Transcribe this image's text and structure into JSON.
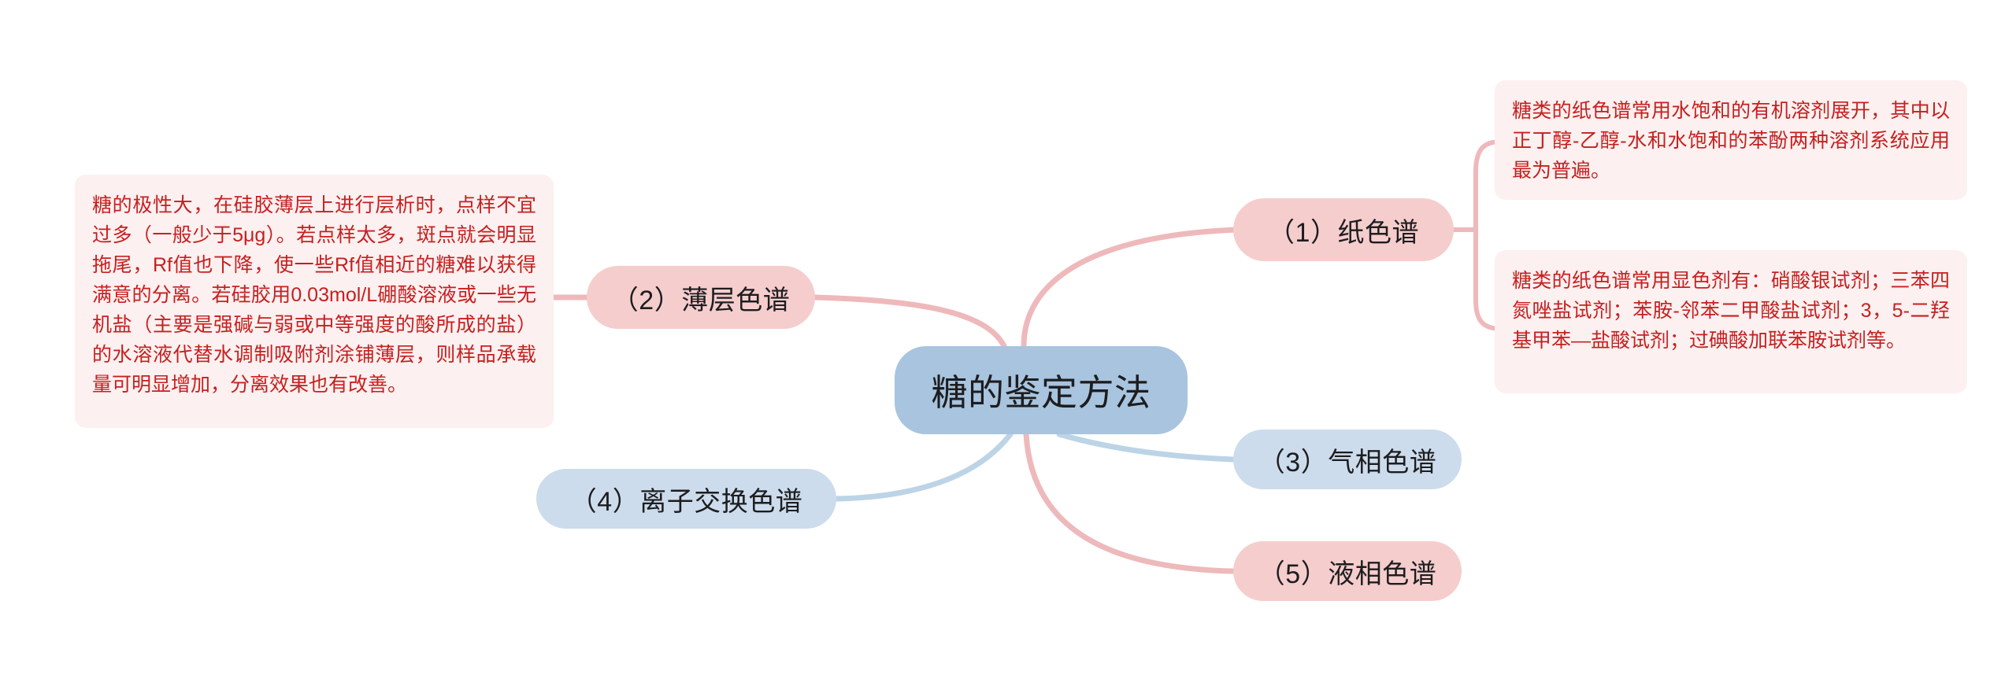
{
  "mindmap": {
    "root": {
      "label": "糖的鉴定方法",
      "color": "#a8c4de"
    },
    "branches": [
      {
        "id": "paper",
        "label": "（1）纸色谱",
        "color": "#f5cdcd"
      },
      {
        "id": "tlc",
        "label": "（2）薄层色谱",
        "color": "#f5cdcd"
      },
      {
        "id": "gc",
        "label": "（3）气相色谱",
        "color": "#ccdcec"
      },
      {
        "id": "iec",
        "label": "（4）离子交换色谱",
        "color": "#ccdcec"
      },
      {
        "id": "lc",
        "label": "（5）液相色谱",
        "color": "#f5cdcd"
      }
    ],
    "notes": [
      {
        "id": "tlc-note",
        "text": "糖的极性大，在硅胶薄层上进行层析时，点样不宜过多（一般少于5μg）。若点样太多，斑点就会明显拖尾，Rf值也下降，使一些Rf值相近的糖难以获得满意的分离。若硅胶用0.03mol/L硼酸溶液或一些无机盐（主要是强碱与弱或中等强度的酸所成的盐）的水溶液代替水调制吸附剂涂铺薄层，则样品承载量可明显增加，分离效果也有改善。",
        "color": "#c62020",
        "background": "#fcf0f0"
      },
      {
        "id": "paper-note-solvent",
        "text": "糖类的纸色谱常用水饱和的有机溶剂展开，其中以正丁醇-乙醇-水和水饱和的苯酚两种溶剂系统应用最为普遍。",
        "color": "#c62020",
        "background": "#fcf0f0"
      },
      {
        "id": "paper-note-reagent",
        "text": "糖类的纸色谱常用显色剂有：硝酸银试剂；三苯四氮唑盐试剂；苯胺-邻苯二甲酸盐试剂；3，5-二羟基甲苯—盐酸试剂；过碘酸加联苯胺试剂等。",
        "color": "#c62020",
        "background": "#fcf0f0"
      }
    ],
    "connector_colors": {
      "pink": "#eeb9bb",
      "blue": "#bcd4e6"
    }
  }
}
